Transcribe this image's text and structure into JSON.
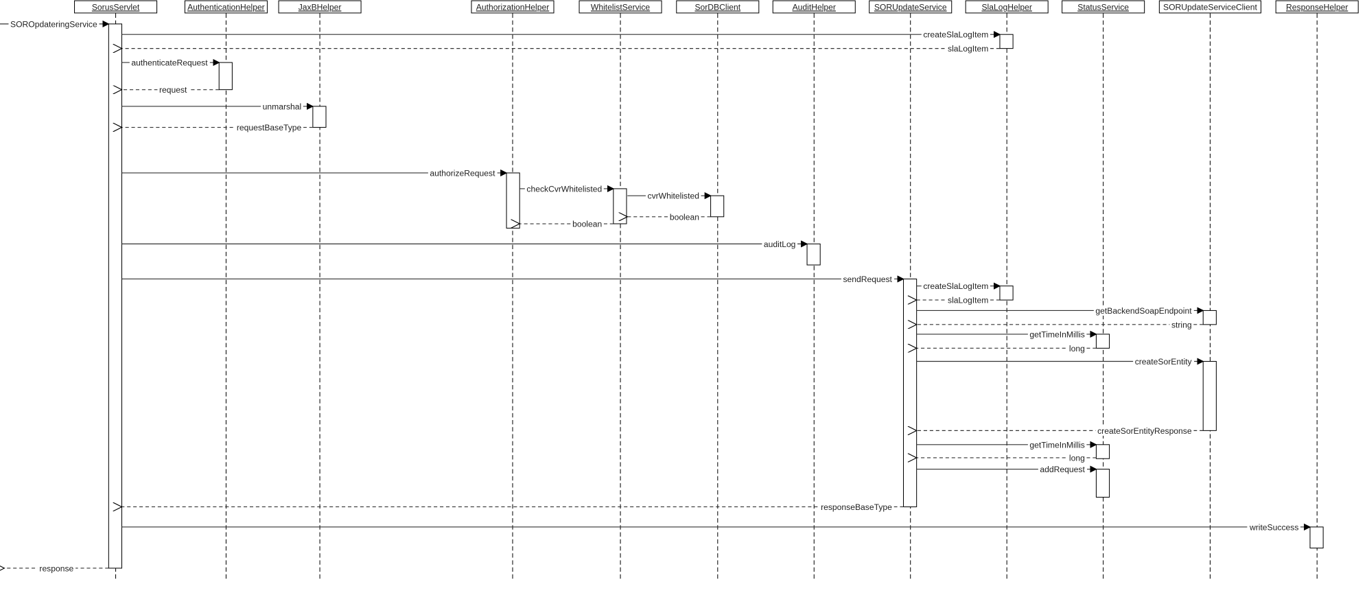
{
  "participants": [
    {
      "id": "servlet",
      "name": "SorusServlet"
    },
    {
      "id": "auth",
      "name": "AuthenticationHelper"
    },
    {
      "id": "jaxb",
      "name": "JaxBHelper"
    },
    {
      "id": "authz",
      "name": "AuthorizationHelper"
    },
    {
      "id": "white",
      "name": "WhitelistService"
    },
    {
      "id": "db",
      "name": "SorDBClient"
    },
    {
      "id": "audit",
      "name": "AuditHelper"
    },
    {
      "id": "upd",
      "name": "SORUpdateService"
    },
    {
      "id": "sla",
      "name": "SlaLogHelper"
    },
    {
      "id": "status",
      "name": "StatusService"
    },
    {
      "id": "client",
      "name": "SORUpdateServiceClient"
    },
    {
      "id": "resp",
      "name": "ResponseHelper"
    }
  ],
  "messages": [
    {
      "label": "SOROpdateringService",
      "from": "external",
      "to": "servlet",
      "kind": "call"
    },
    {
      "label": "createSlaLogItem",
      "from": "servlet",
      "to": "sla",
      "kind": "call"
    },
    {
      "label": "slaLogItem",
      "from": "sla",
      "to": "servlet",
      "kind": "return"
    },
    {
      "label": "authenticateRequest",
      "from": "servlet",
      "to": "auth",
      "kind": "call"
    },
    {
      "label": "request",
      "from": "auth",
      "to": "servlet",
      "kind": "return"
    },
    {
      "label": "unmarshal",
      "from": "servlet",
      "to": "jaxb",
      "kind": "call"
    },
    {
      "label": "requestBaseType",
      "from": "jaxb",
      "to": "servlet",
      "kind": "return"
    },
    {
      "label": "authorizeRequest",
      "from": "servlet",
      "to": "authz",
      "kind": "call"
    },
    {
      "label": "checkCvrWhitelisted",
      "from": "authz",
      "to": "white",
      "kind": "call"
    },
    {
      "label": "cvrWhitelisted",
      "from": "white",
      "to": "db",
      "kind": "call"
    },
    {
      "label": "boolean",
      "from": "db",
      "to": "white",
      "kind": "return"
    },
    {
      "label": "boolean",
      "from": "white",
      "to": "authz",
      "kind": "return"
    },
    {
      "label": "auditLog",
      "from": "servlet",
      "to": "audit",
      "kind": "call"
    },
    {
      "label": "sendRequest",
      "from": "servlet",
      "to": "upd",
      "kind": "call"
    },
    {
      "label": "createSlaLogItem",
      "from": "upd",
      "to": "sla",
      "kind": "call"
    },
    {
      "label": "slaLogItem",
      "from": "sla",
      "to": "upd",
      "kind": "return"
    },
    {
      "label": "getBackendSoapEndpoint",
      "from": "upd",
      "to": "client",
      "kind": "call"
    },
    {
      "label": "string",
      "from": "client",
      "to": "upd",
      "kind": "return"
    },
    {
      "label": "getTimeInMillis",
      "from": "upd",
      "to": "status",
      "kind": "call"
    },
    {
      "label": "long",
      "from": "status",
      "to": "upd",
      "kind": "return"
    },
    {
      "label": "createSorEntity",
      "from": "upd",
      "to": "client",
      "kind": "call"
    },
    {
      "label": "createSorEntityResponse",
      "from": "client",
      "to": "upd",
      "kind": "return"
    },
    {
      "label": "getTimeInMillis",
      "from": "upd",
      "to": "status",
      "kind": "call"
    },
    {
      "label": "long",
      "from": "status",
      "to": "upd",
      "kind": "return"
    },
    {
      "label": "addRequest",
      "from": "upd",
      "to": "status",
      "kind": "call"
    },
    {
      "label": "responseBaseType",
      "from": "upd",
      "to": "servlet",
      "kind": "return"
    },
    {
      "label": "writeSuccess",
      "from": "servlet",
      "to": "resp",
      "kind": "call"
    },
    {
      "label": "response",
      "from": "servlet",
      "to": "external",
      "kind": "return"
    }
  ]
}
